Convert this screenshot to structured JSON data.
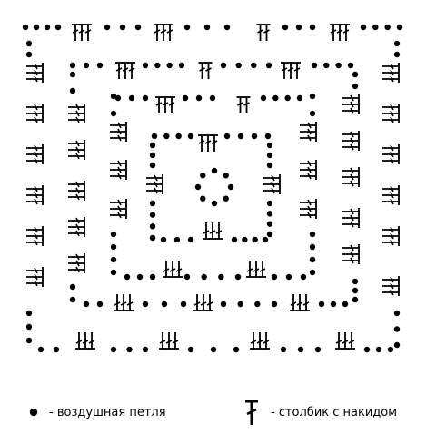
{
  "diagram": {
    "kind": "crochet granny square chart",
    "rounds": 4,
    "symbols": {
      "chain": "chain-stitch-dot",
      "stitch": "double-crochet-symbol"
    },
    "ink_color": "#000000",
    "background": "#ffffff"
  },
  "legend": {
    "chain_label": "- воздушная петля",
    "dc_label": "- столбик с накидом"
  }
}
